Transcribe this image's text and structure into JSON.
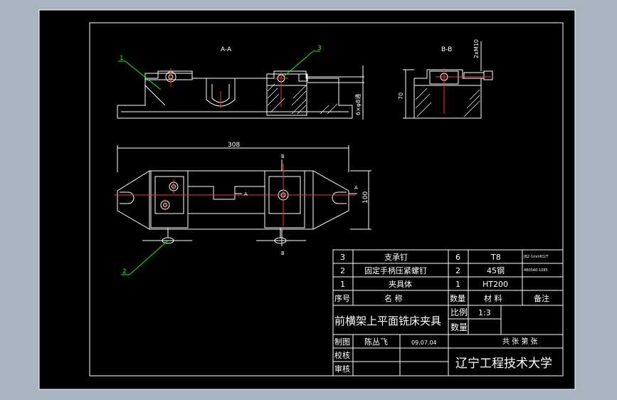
{
  "colors": {
    "background": "#a9b3c2",
    "paper": "#000000",
    "line": "#ffffff",
    "leader": "#00ff00",
    "center": "#ff3030",
    "dimension": "#ffffff"
  },
  "views": {
    "section_aa": "A-A",
    "section_bb": "B-B",
    "callout_1": "1",
    "callout_2": "2",
    "callout_3": "3",
    "mark_a_left": "A",
    "mark_a_right": "A",
    "mark_b_top": "B",
    "mark_b_bottom": "B"
  },
  "dimensions": {
    "length": "308",
    "width": "100",
    "height_bb": "70",
    "thread_bb": "2xM10",
    "bolt_spec": "6×φ8通"
  },
  "title_block": {
    "parts": [
      {
        "no": "3",
        "name": "支承钉",
        "qty": "6",
        "material": "T8",
        "note": "JB2-1mmH1/T"
      },
      {
        "no": "2",
        "name": "固定手柄压紧螺钉",
        "qty": "2",
        "material": "45钢",
        "note": "4800A0-1085"
      },
      {
        "no": "1",
        "name": "夹具体",
        "qty": "1",
        "material": "HT200",
        "note": ""
      }
    ],
    "header": {
      "no": "序号",
      "name": "名  称",
      "qty": "数量",
      "material": "材 料",
      "note": "备注"
    },
    "drawing_title": "前横架上平面铣床夹具",
    "scale_label": "比例",
    "scale_value": "1:3",
    "qty_label": "数量",
    "sheet_text": "共 张 第 张",
    "drawn_label": "制图",
    "drawn_by": "陈丛飞",
    "date": "09.07.04",
    "check_label": "校核",
    "review_label": "审核",
    "institution": "辽宁工程技术大学"
  }
}
